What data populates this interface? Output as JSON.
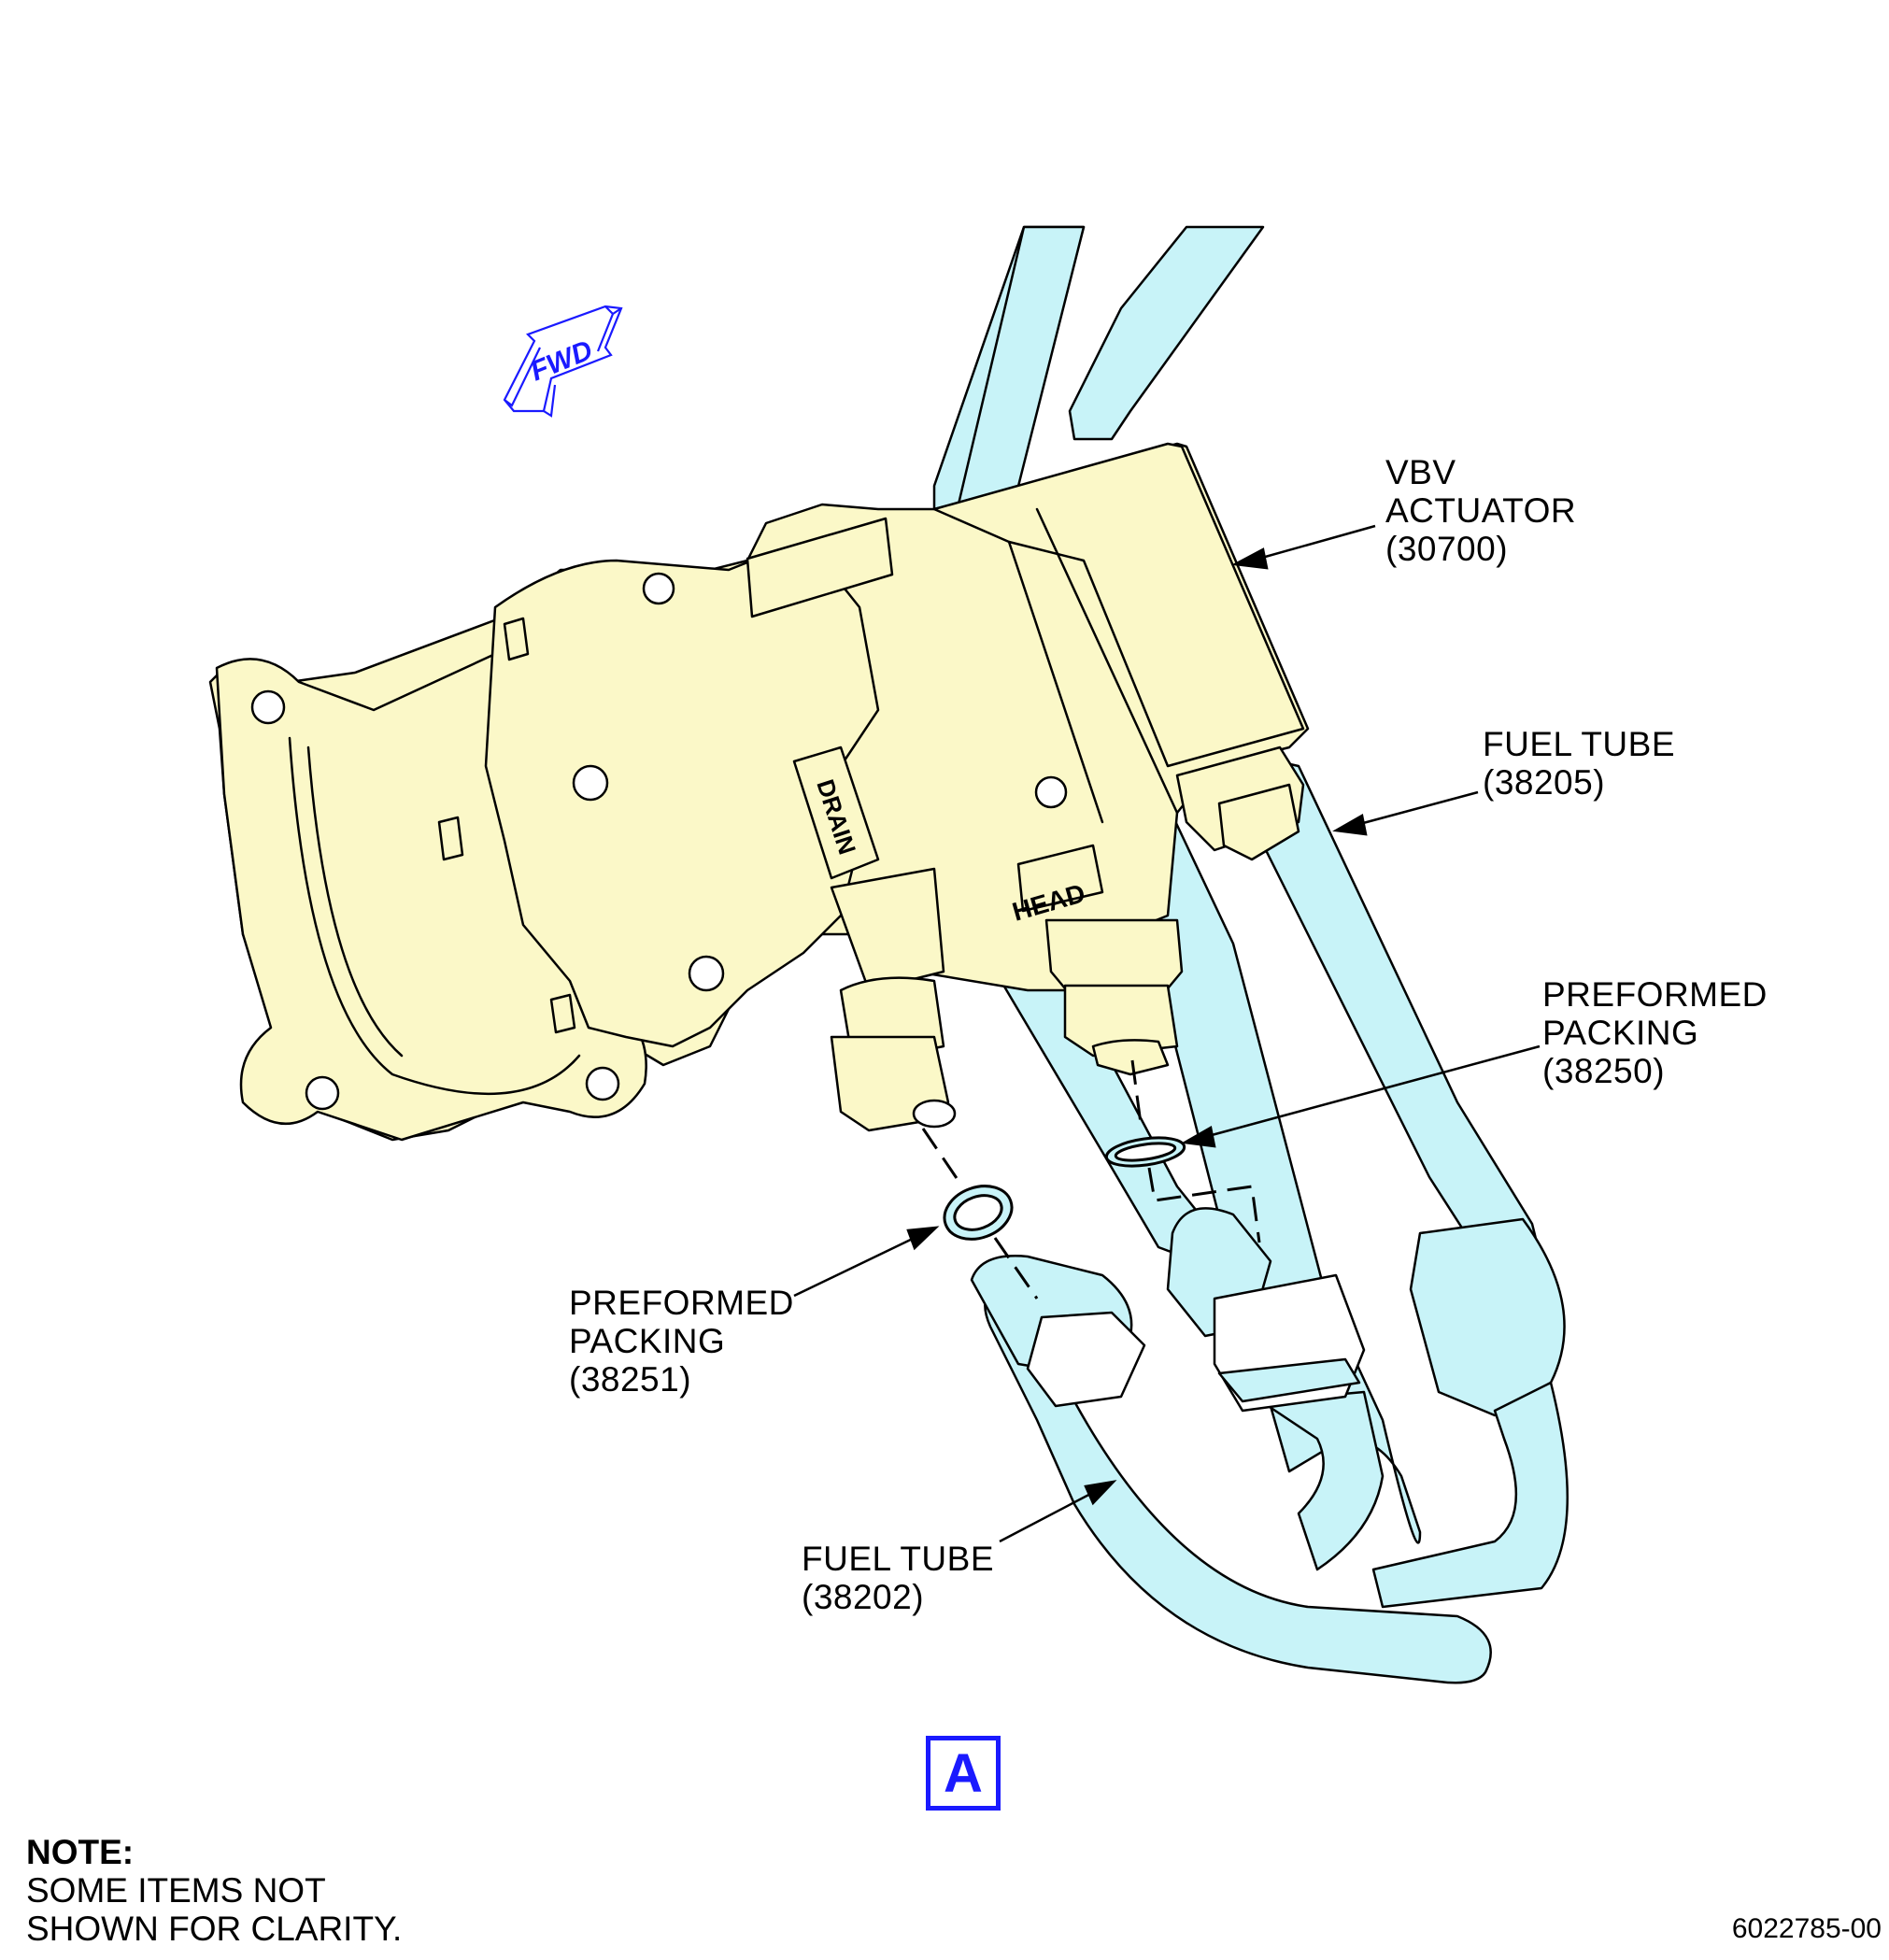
{
  "labels": {
    "vbv_actuator": [
      "VBV",
      "ACTUATOR",
      "(30700)"
    ],
    "fuel_tube_38205": [
      "FUEL TUBE",
      "(38205)"
    ],
    "packing_38250": [
      "PREFORMED",
      "PACKING",
      "(38250)"
    ],
    "packing_38251": [
      "PREFORMED",
      "PACKING",
      "(38251)"
    ],
    "fuel_tube_38202": [
      "FUEL TUBE",
      "(38202)"
    ]
  },
  "fwd_arrow_text": "FWD",
  "port_labels": {
    "drain": "DRAIN",
    "head": "HEAD"
  },
  "view_letter": "A",
  "note": {
    "title": "NOTE:",
    "lines": [
      "SOME ITEMS NOT",
      "SHOWN FOR CLARITY."
    ]
  },
  "figure_id": "6022785-00",
  "colors": {
    "actuator_fill": "#fbf8c8",
    "tube_fill": "#c8f3f8",
    "callout_blue": "#1a1aff",
    "line": "#000000"
  }
}
